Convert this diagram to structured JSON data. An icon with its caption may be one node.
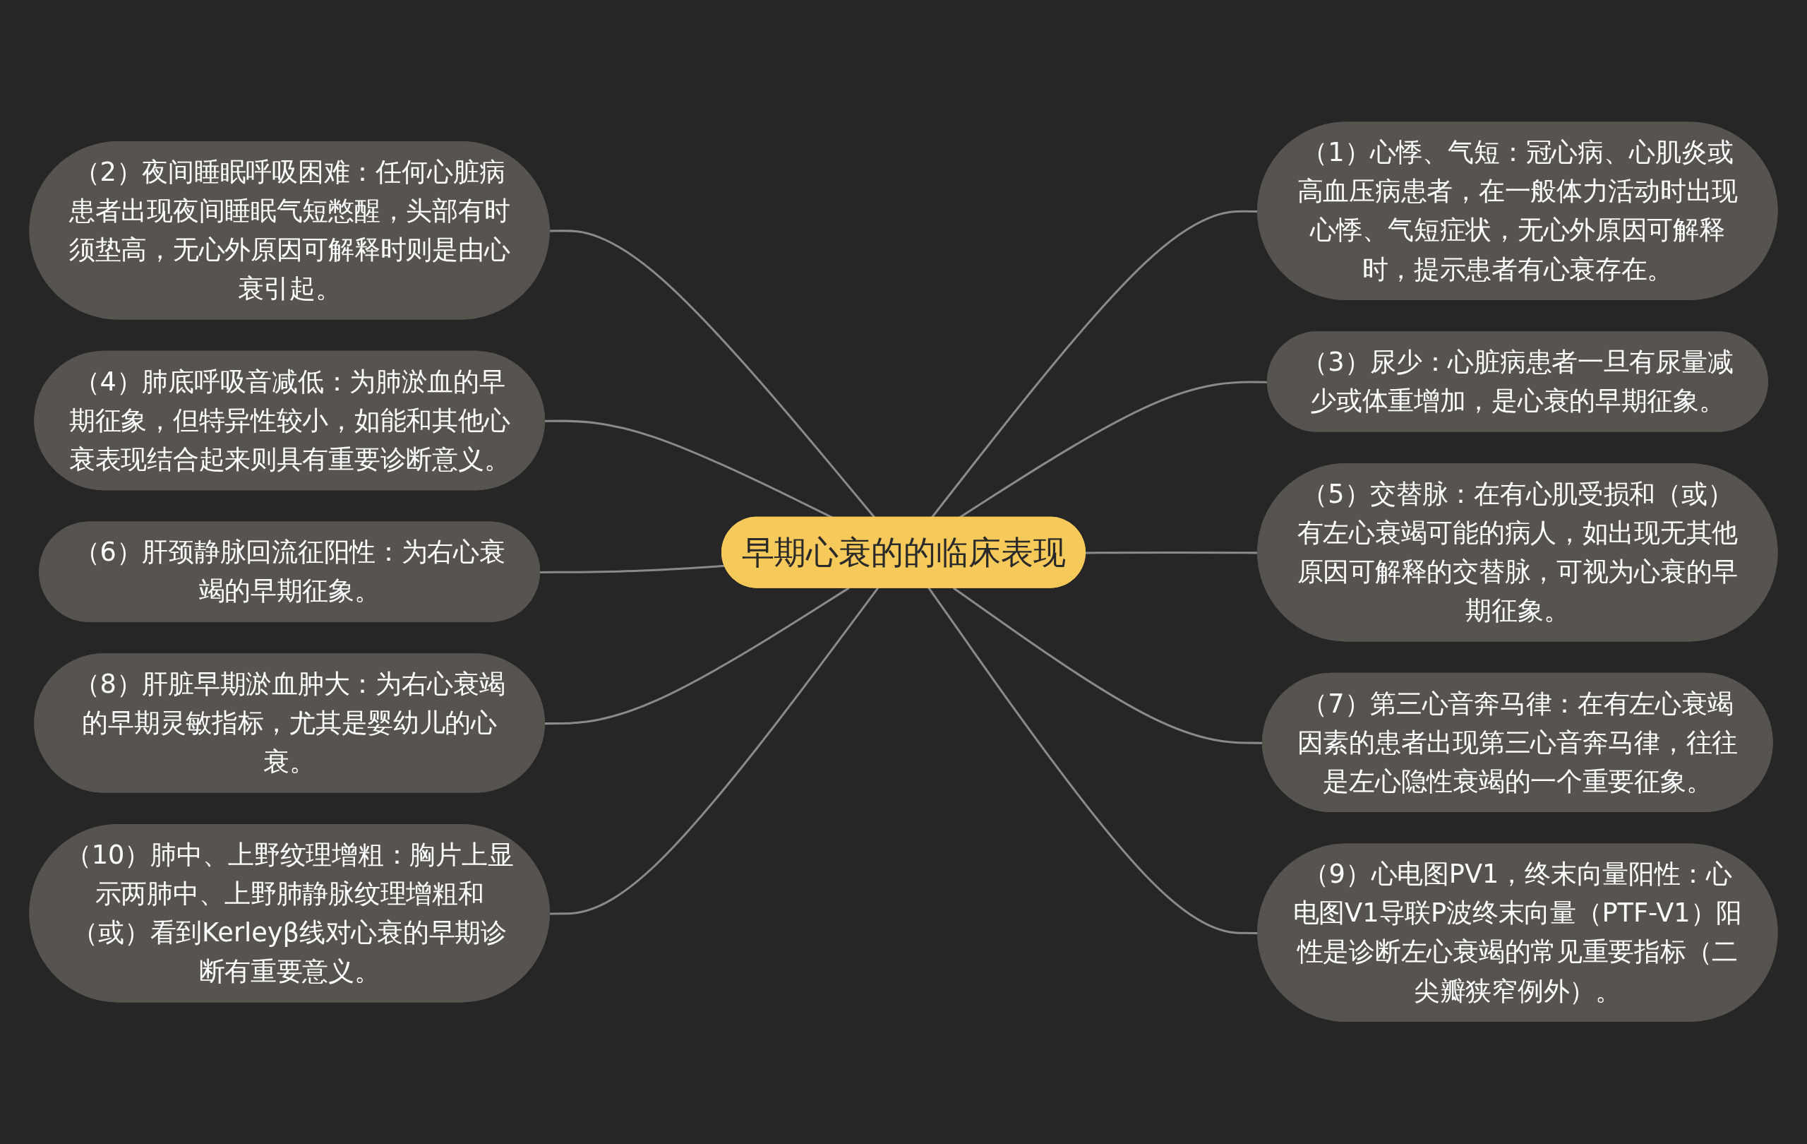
{
  "diagram": {
    "nodes": [
      {
        "text": [
          "早期心衰的的临床表现"
        ]
      },
      {
        "text": [
          "（1）心悸、气短：冠心病、心肌炎或高血压病患者，在一般体力活动时出现心悸、气短症状，无心外原因可解释时，提示患者有心衰存在。"
        ]
      },
      {
        "text": [
          "（2）夜间睡眠呼吸困难：任何心脏病患者出现夜间睡眠气短憋醒，头部有时须垫高，无心外原因可解释时则是由心衰引起。"
        ]
      },
      {
        "text": [
          "（3）尿少：心脏病患者一旦有尿量减少或体重增加，是心衰的早期征象。"
        ]
      },
      {
        "text": [
          "（4）肺底呼吸音减低：为肺淤血的早期征象，但特异性较小，如能和其他心衰表现结合起来则具有重要诊断意义。"
        ]
      },
      {
        "text": [
          "（5）交替脉：在有心肌受损和（或）有左心衰竭可能的病人，如出现无其他原因可解释的交替脉，可视为心衰的早期征象。"
        ]
      },
      {
        "text": [
          "（6）肝颈静脉回流征阳性：为右心衰竭的早期征象。"
        ]
      },
      {
        "text": [
          "（7）第三心音奔马律：在有左心衰竭因素的患者出现第三心音奔马律，往往是左心隐性衰竭的一个重要征象。"
        ]
      },
      {
        "text": [
          "（8）肝脏早期淤血肿大：为右心衰竭的早期灵敏指标，尤其是婴幼儿的心衰。"
        ]
      },
      {
        "text": [
          "（9）心电图PV1，终末向量阳性：心电图V1导联P波终末向量（PTF-V1）阳性是诊断左心衰竭的常见重要指标（二尖瓣狭窄例外）。"
        ]
      },
      {
        "text": [
          "（10）肺中、上野纹理增粗：胸片上显示两肺中、上野肺静脉纹理增粗和（或）看到Kerleyβ线对心衰的早期诊断有重要意义。"
        ]
      }
    ],
    "edges": [
      {
        "from": 0,
        "to": 1,
        "arrow": "none"
      },
      {
        "from": 2,
        "to": 0,
        "arrow": "none"
      },
      {
        "from": 0,
        "to": 3,
        "arrow": "none"
      },
      {
        "from": 4,
        "to": 0,
        "arrow": "none"
      },
      {
        "from": 0,
        "to": 5,
        "arrow": "none"
      },
      {
        "from": 6,
        "to": 0,
        "arrow": "none"
      },
      {
        "from": 0,
        "to": 7,
        "arrow": "none"
      },
      {
        "from": 8,
        "to": 0,
        "arrow": "none"
      },
      {
        "from": 0,
        "to": 9,
        "arrow": "none"
      },
      {
        "from": 10,
        "to": 0,
        "arrow": "none"
      }
    ]
  }
}
